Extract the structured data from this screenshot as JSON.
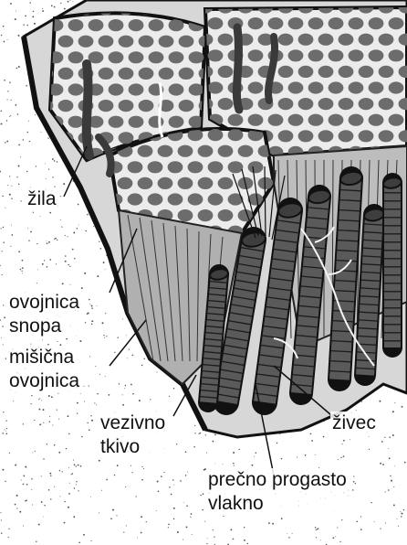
{
  "labels": {
    "vessel": "žila",
    "bundle_sheath": [
      "ovojnica",
      "snopa"
    ],
    "muscle_sheath": [
      "mišična",
      "ovojnica"
    ],
    "connective_tissue": [
      "vezivno",
      "tkivo"
    ],
    "nerve": "živec",
    "striated_fiber": [
      "prečno progasto",
      "vlakno"
    ]
  },
  "colors": {
    "ink": "#111111",
    "paper": "#ffffff",
    "fascicle_fill": "#e9e9e9",
    "fibril": "#6c6c6c",
    "fiber_dark": "#3e3e3e",
    "fiber_mid": "#5a5a5a",
    "stipple": "#555555"
  }
}
